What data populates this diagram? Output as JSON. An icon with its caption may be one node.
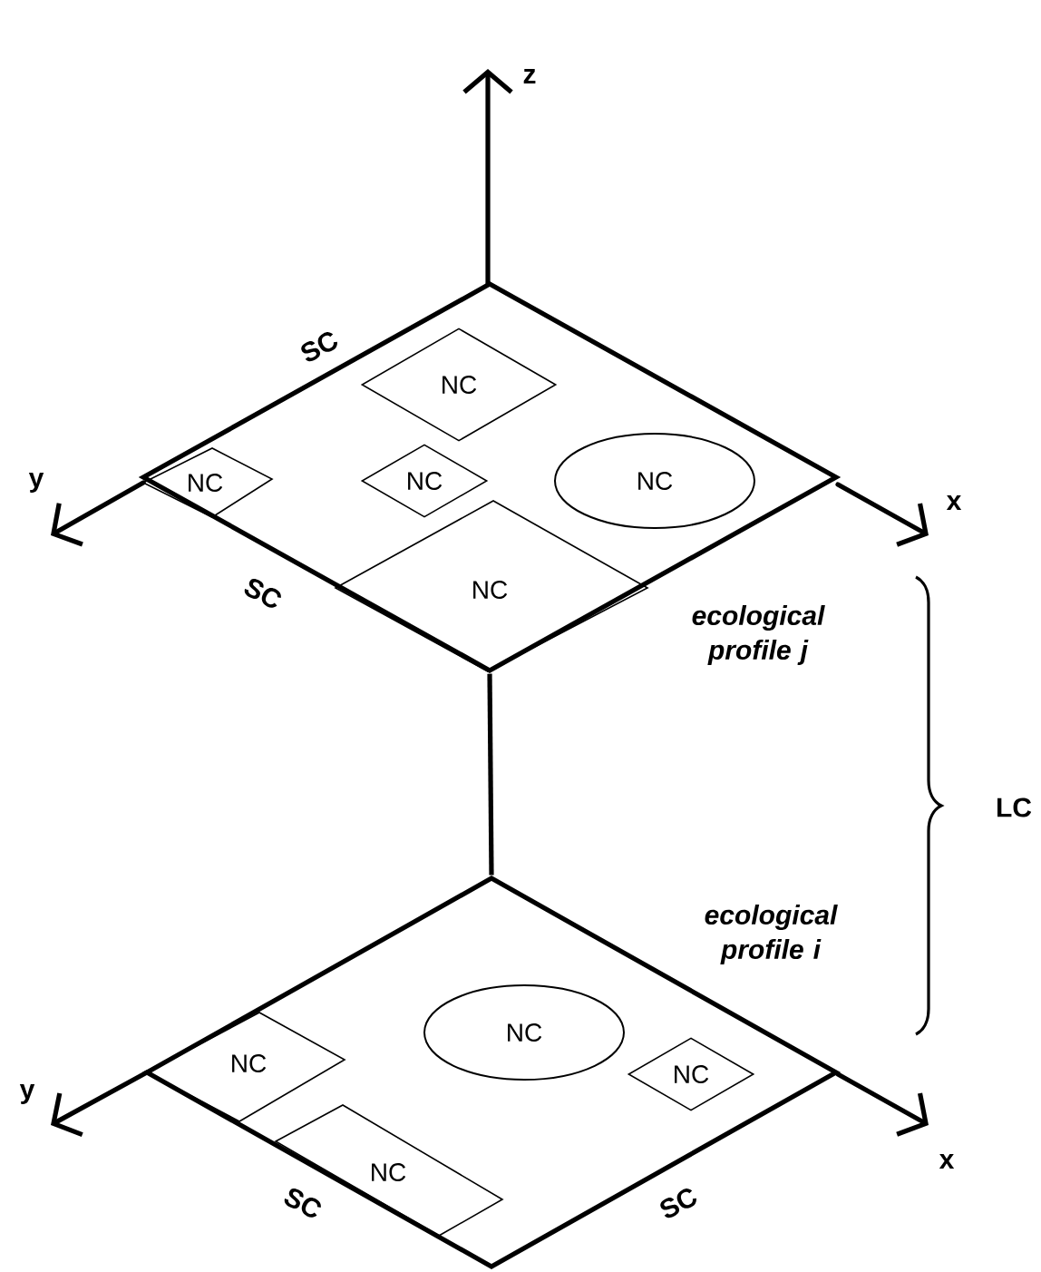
{
  "diagram": {
    "nodes": [
      {
        "text": [],
        "shape": "diamond",
        "beside": [
          "ecological profile j"
        ]
      },
      {
        "text": [
          "NC"
        ],
        "in": 0
      },
      {
        "text": [
          "NC"
        ],
        "in": 0
      },
      {
        "text": [
          "NC"
        ],
        "in": 0
      },
      {
        "text": [
          "NC"
        ],
        "in": 0
      },
      {
        "text": [
          "NC"
        ],
        "in": 0
      },
      {
        "text": [],
        "shape": "diamond",
        "beside": [
          "ecological profile i"
        ]
      },
      {
        "text": [
          "NC"
        ],
        "in": 6
      },
      {
        "text": [
          "NC"
        ],
        "in": 6
      },
      {
        "text": [
          "NC"
        ],
        "in": 6
      },
      {
        "text": [
          "NC"
        ],
        "in": 6
      }
    ],
    "edges": [
      {
        "from": 0,
        "to": 6,
        "arrow": "none"
      }
    ],
    "labels": [
      "z",
      "SC",
      "y",
      "x",
      "SC",
      "LC",
      "y",
      "x",
      "SC",
      "SC"
    ]
  }
}
